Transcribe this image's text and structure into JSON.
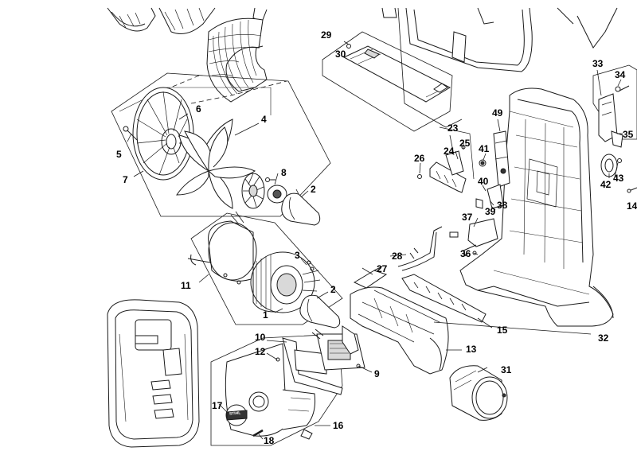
{
  "diagram": {
    "type": "exploded-parts-view",
    "line_color": "#1a1a1a",
    "part_fill": "#ffffff",
    "shade_color": "#d9d9d9",
    "callouts": [
      "1",
      "2",
      "2",
      "3",
      "4",
      "5",
      "6",
      "7",
      "8",
      "9",
      "10",
      "11",
      "12",
      "13",
      "14",
      "15",
      "16",
      "17",
      "18",
      "23",
      "24",
      "25",
      "26",
      "27",
      "28",
      "29",
      "30",
      "31",
      "32",
      "33",
      "34",
      "35",
      "36",
      "37",
      "38",
      "39",
      "40",
      "41",
      "42",
      "43",
      "49"
    ],
    "logo_text": "STIHL"
  }
}
